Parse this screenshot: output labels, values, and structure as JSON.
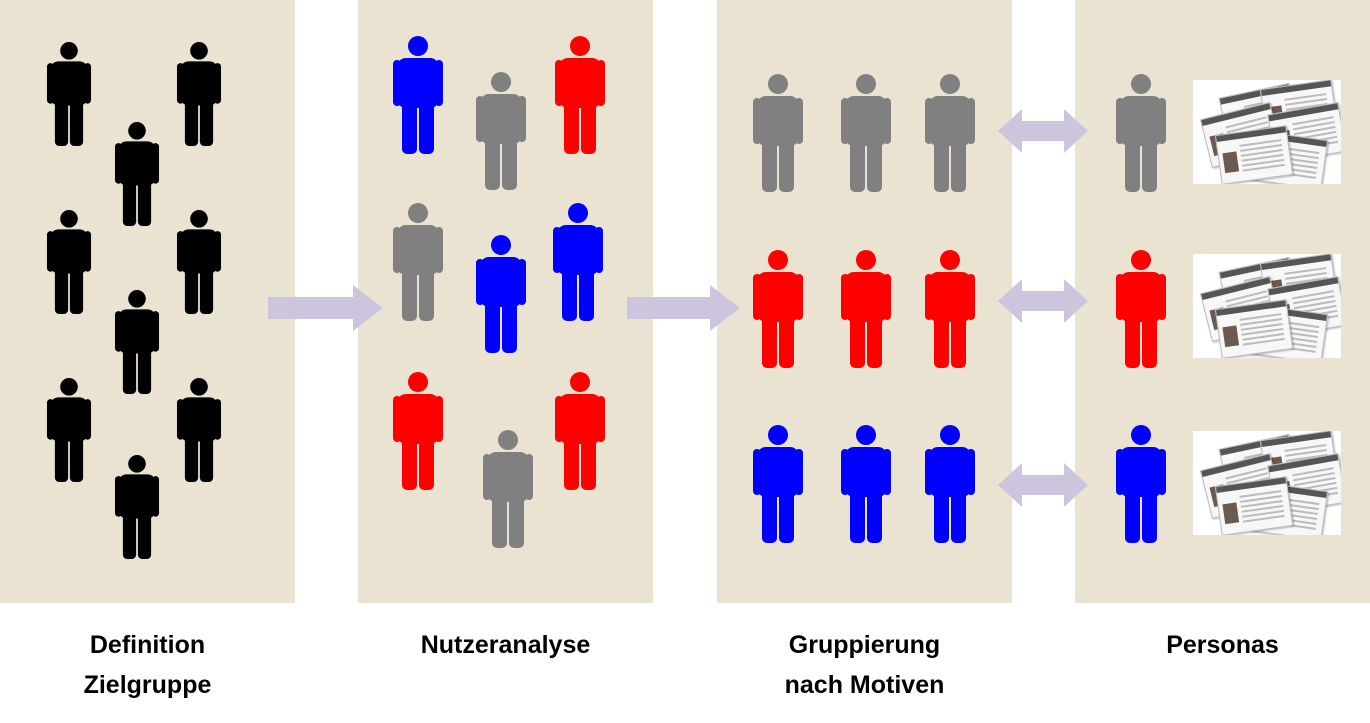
{
  "colors": {
    "panel": "#ebe3d1",
    "arrow": "#cdc4de",
    "black": "#000000",
    "gray": "#808080",
    "red": "#ff0000",
    "blue": "#0000ff"
  },
  "stages": [
    {
      "label_line1": "Definition",
      "label_line2": "Zielgruppe",
      "people": [
        "black",
        "black",
        "black",
        "black",
        "black",
        "black",
        "black",
        "black",
        "black"
      ]
    },
    {
      "label_line1": "Nutzeranalyse",
      "label_line2": "",
      "people": [
        "blue",
        "gray",
        "red",
        "gray",
        "blue",
        "blue",
        "red",
        "gray",
        "red"
      ]
    },
    {
      "label_line1": "Gruppierung",
      "label_line2": "nach Motiven",
      "people": [
        "gray",
        "gray",
        "gray",
        "red",
        "red",
        "red",
        "blue",
        "blue",
        "blue"
      ]
    },
    {
      "label_line1": "Personas",
      "label_line2": "",
      "people": [
        "gray",
        "red",
        "blue"
      ]
    }
  ]
}
